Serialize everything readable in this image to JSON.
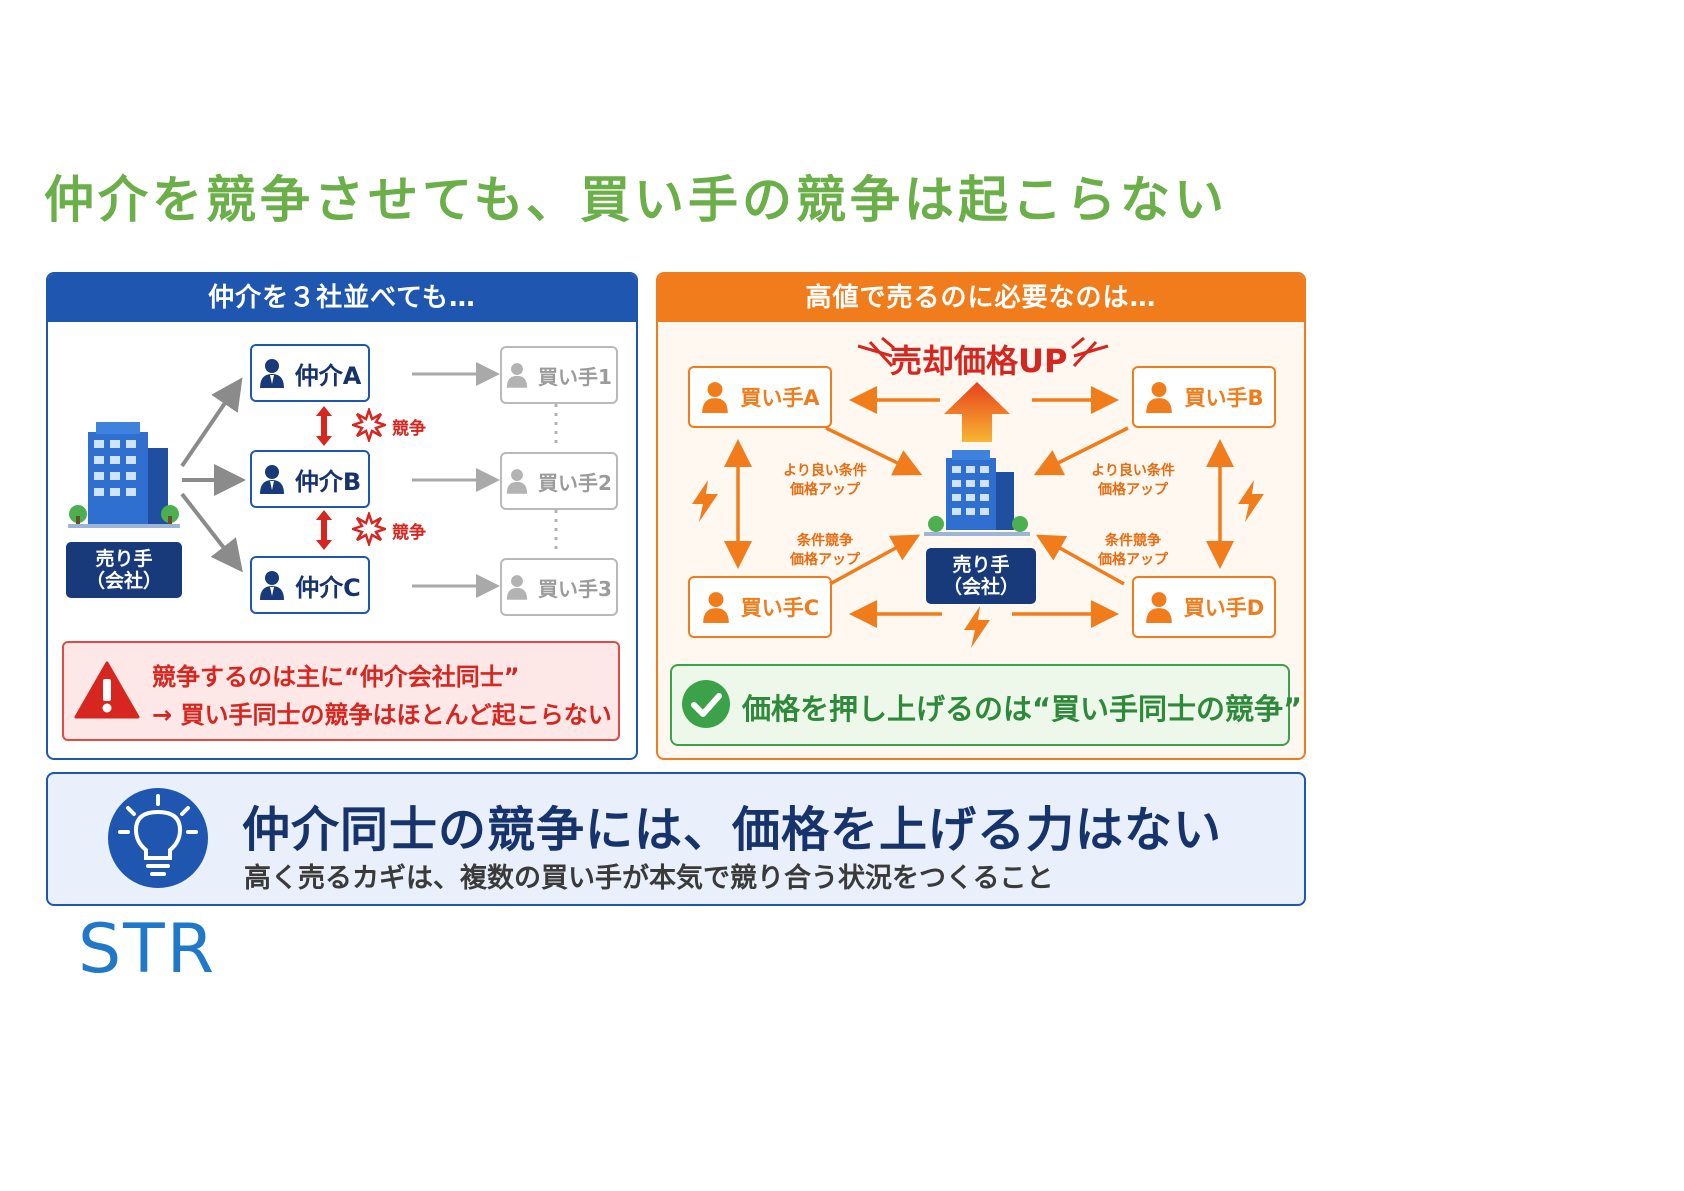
{
  "title": "仲介を競争させても、買い手の競争は起こらない",
  "left": {
    "header": "仲介を３社並べても…",
    "seller_label_1": "売り手",
    "seller_label_2": "（会社）",
    "brokers": [
      "仲介A",
      "仲介B",
      "仲介C"
    ],
    "buyers": [
      "買い手1",
      "買い手2",
      "買い手3"
    ],
    "competition_label": "競争",
    "alert_line1": "競争するのは主に“仲介会社同士”",
    "alert_line2": "→ 買い手同士の競争はほとんど起こらない"
  },
  "right": {
    "header": "高値で売るのに必要なのは…",
    "price_up": "売却価格UP",
    "buyers": [
      "買い手A",
      "買い手B",
      "買い手C",
      "買い手D"
    ],
    "seller_label_1": "売り手",
    "seller_label_2": "（会社）",
    "offer_1": "より良い条件",
    "offer_2": "価格アップ",
    "offer_3": "条件競争",
    "offer_4": "価格アップ",
    "check_text": "価格を押し上げるのは“買い手同士の競争”"
  },
  "summary": {
    "headline": "仲介同士の競争には、価格を上げる力はない",
    "sub": "高く売るカギは、複数の買い手が本気で競り合う状況をつくること"
  },
  "logo": "STR",
  "colors": {
    "title_green": "#6aaf48",
    "blue": "#1e56b0",
    "navy": "#183a7a",
    "orange": "#f07c1b",
    "red": "#d6261f",
    "green": "#3ca24a"
  }
}
